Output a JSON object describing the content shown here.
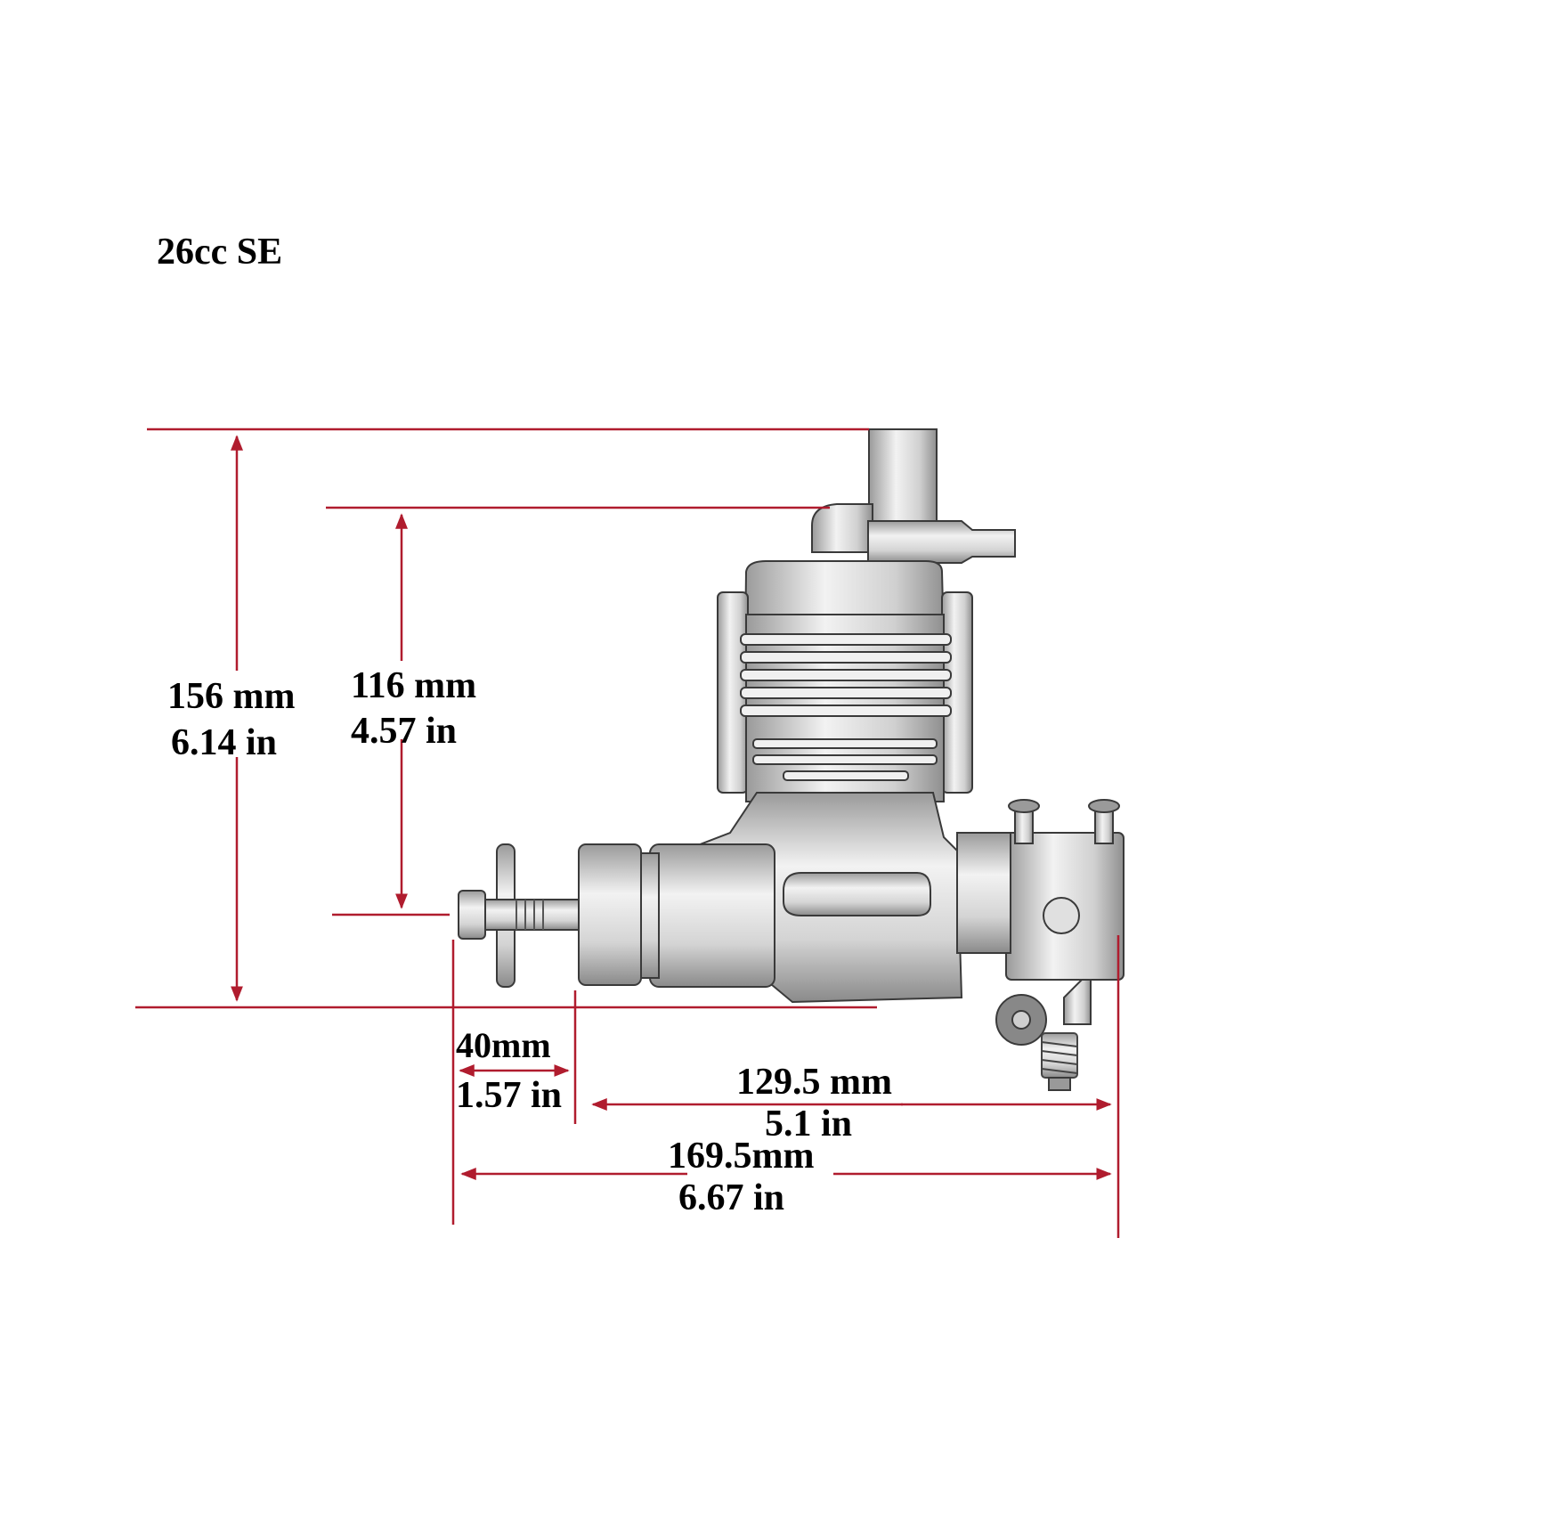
{
  "title": "26cc SE",
  "colors": {
    "dimension_line": "#b01c2e",
    "metal_light": "#ececec",
    "metal_mid": "#c9c9c9",
    "metal_dark": "#8d8d8d",
    "outline": "#3a3a3a"
  },
  "dimensions": {
    "overall_height": {
      "mm": "156 mm",
      "in": "6.14 in"
    },
    "crankshaft_height": {
      "mm": "116 mm",
      "in": "4.57 in"
    },
    "prop_shaft_length": {
      "mm": "40mm",
      "in": "1.57 in"
    },
    "body_length": {
      "mm": "129.5 mm",
      "in": "5.1 in"
    },
    "overall_length": {
      "mm": "169.5mm",
      "in": "6.67 in"
    }
  }
}
